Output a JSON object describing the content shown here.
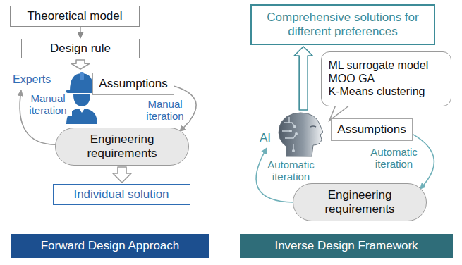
{
  "diagram": {
    "nodes": [
      {
        "text": [
          "Theoretical model"
        ]
      },
      {
        "text": [
          "Design rule"
        ]
      },
      {
        "text": [
          "Experts"
        ]
      },
      {
        "text": [
          "Assumptions"
        ]
      },
      {
        "text": [
          "Engineering requirements"
        ]
      },
      {
        "text": [
          "Individual solution"
        ]
      },
      {
        "text": [
          "Forward Design Approach"
        ]
      },
      {
        "text": [
          "Comprehensive solutions for different preferences"
        ]
      },
      {
        "text": [
          "ML surrogate model",
          "MOO GA",
          "K-Means clustering"
        ]
      },
      {
        "text": [
          "AI"
        ]
      },
      {
        "text": [
          "Assumptions"
        ]
      },
      {
        "text": [
          "Engineering requirements"
        ]
      },
      {
        "text": [
          "Inverse Design Framework"
        ]
      }
    ],
    "edges": [
      {
        "from": 0,
        "to": 1,
        "arrow": "to"
      },
      {
        "from": 1,
        "to": 2,
        "arrow": "to"
      },
      {
        "from": 4,
        "to": 2,
        "label": "Manual iteration",
        "arrow": "to"
      },
      {
        "from": 3,
        "to": 4,
        "label": "Manual iteration",
        "arrow": "to"
      },
      {
        "from": 4,
        "to": 5,
        "arrow": "to"
      },
      {
        "from": 9,
        "to": 7,
        "arrow": "to"
      },
      {
        "from": 11,
        "to": 9,
        "label": "Automatic iteration",
        "arrow": "to"
      },
      {
        "from": 10,
        "to": 11,
        "label": "Automatic iteration",
        "arrow": "to"
      }
    ]
  }
}
